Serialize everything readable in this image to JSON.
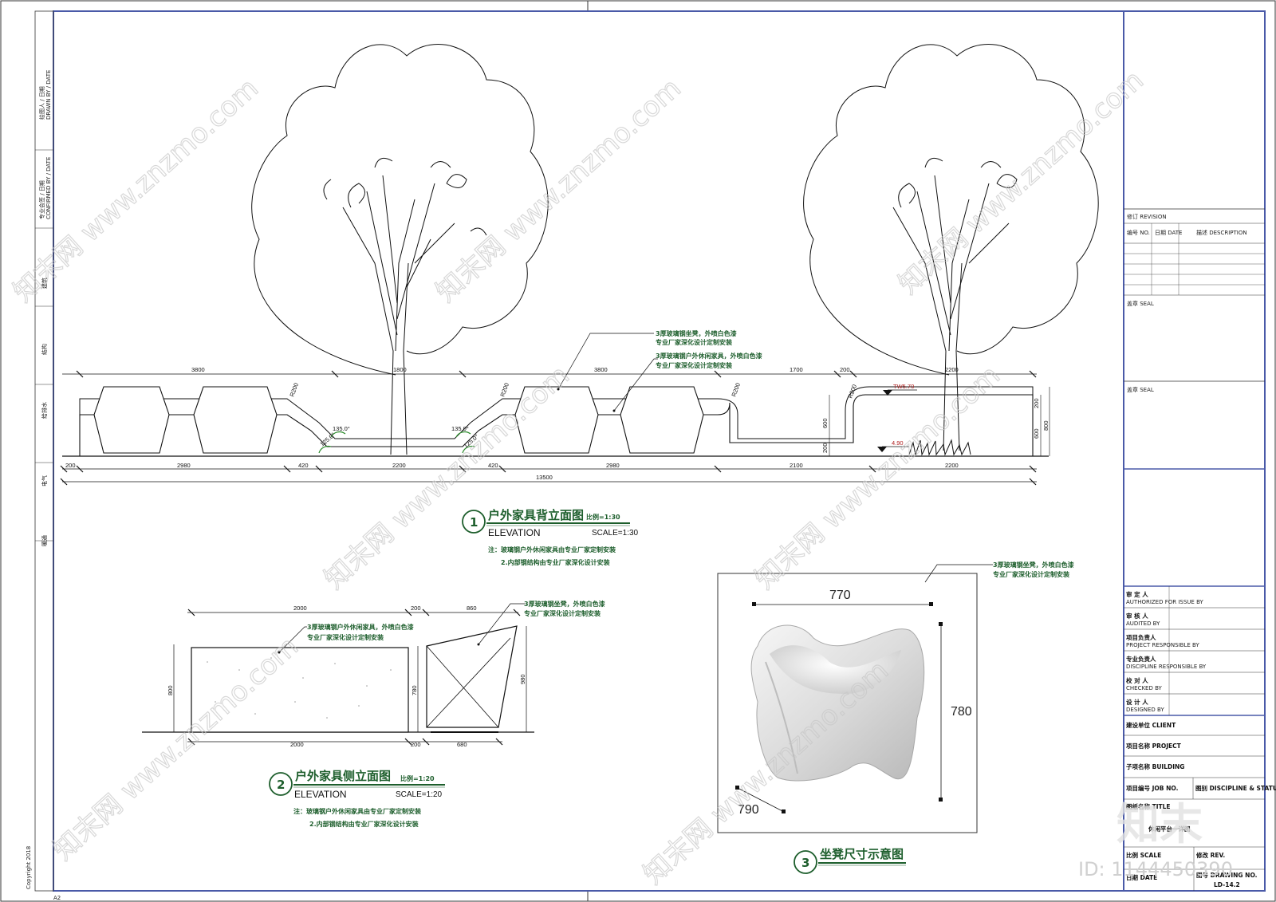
{
  "sidebar": {
    "labels": [
      "绘图人 / 日期",
      "DRAWN BY / DATE",
      "专业会签 / 日期",
      "CONFIRMED BY / DATE",
      "建筑",
      "结构",
      "给排水",
      "电气",
      "暖通"
    ],
    "copyright": "Copyright 2018",
    "sheet_size": "A2"
  },
  "titleblock": {
    "revision": "修订 REVISION",
    "rev_no": "编号 NO.",
    "rev_date": "日期 DATE",
    "rev_desc": "描述 DESCRIPTION",
    "seal1": "盖章 SEAL",
    "seal2": "盖章 SEAL",
    "roles": [
      {
        "cn": "审 定 人",
        "en": "AUTHORIZED FOR ISSUE BY"
      },
      {
        "cn": "审 核 人",
        "en": "AUDITED BY"
      },
      {
        "cn": "项目负责人",
        "en": "PROJECT RESPONSIBLE BY"
      },
      {
        "cn": "专业负责人",
        "en": "DISCIPLINE RESPONSIBLE BY"
      },
      {
        "cn": "校 对 人",
        "en": "CHECKED BY"
      },
      {
        "cn": "设 计 人",
        "en": "DESIGNED BY"
      }
    ],
    "client": "建设单位 CLIENT",
    "project": "项目名称 PROJECT",
    "building": "子项名称 BUILDING",
    "job_no": "项目编号 JOB NO.",
    "discipline": "图别 DISCIPLINE & STATUS",
    "drawing_title": "图纸名称 TITLE",
    "title_value": "休闲平台一详图",
    "scale": "比例 SCALE",
    "rev": "修改 REV.",
    "date": "日期 DATE",
    "drawing_no_label": "图号 DRAWING NO.",
    "drawing_no": "LD-14.2"
  },
  "drawing1": {
    "number": "1",
    "title": "户外家具背立面图",
    "scale_cn": "比例=1:30",
    "subtitle": "ELEVATION",
    "scale_en": "SCALE=1:30",
    "notes": [
      "注：玻璃钢户外休闲家具由专业厂家定制安装",
      "2.内部钢结构由专业厂家深化设计安装"
    ],
    "callout_a": [
      "3厚玻璃钢坐凳，外喷白色漆",
      "专业厂家深化设计定制安装"
    ],
    "callout_b": [
      "3厚玻璃钢户外休闲家具，外喷白色漆",
      "专业厂家深化设计定制安装"
    ],
    "top_dims": [
      "3800",
      "1800",
      "3800",
      "1700",
      "200",
      "2200"
    ],
    "bottom_dims": [
      "200",
      "2980",
      "420",
      "2200",
      "420",
      "2980",
      "2100",
      "2200"
    ],
    "total": "13500",
    "radii": [
      "R200",
      "R200",
      "R200",
      "R200"
    ],
    "angles": [
      "135.0°",
      "125.0°",
      "135.0°",
      "125.0°"
    ],
    "right_dims": [
      "600",
      "200",
      "200",
      "600",
      "800"
    ],
    "levels": [
      "TW5.70",
      "4.90"
    ]
  },
  "drawing2": {
    "number": "2",
    "title": "户外家具侧立面图",
    "scale_cn": "比例=1:20",
    "subtitle": "ELEVATION",
    "scale_en": "SCALE=1:20",
    "notes": [
      "注：玻璃钢户外休闲家具由专业厂家定制安装",
      "2.内部钢结构由专业厂家深化设计安装"
    ],
    "callout_a": [
      "3厚玻璃钢户外休闲家具，外喷白色漆",
      "专业厂家深化设计定制安装"
    ],
    "callout_b": [
      "3厚玻璃钢坐凳，外喷白色漆",
      "专业厂家深化设计定制安装"
    ],
    "top_dims": [
      "2000",
      "200",
      "860"
    ],
    "bottom_dims": [
      "2000",
      "200",
      "680"
    ],
    "side_dims": [
      "800",
      "780",
      "980"
    ]
  },
  "drawing3": {
    "number": "3",
    "title": "坐凳尺寸示意图",
    "callout": [
      "3厚玻璃钢坐凳，外喷白色漆",
      "专业厂家深化设计定制安装"
    ],
    "dims": [
      "770",
      "780",
      "790"
    ]
  },
  "watermark": {
    "text": "知末网 www.znzmo.com",
    "logo": "知末",
    "id": "ID: 1144450390"
  }
}
